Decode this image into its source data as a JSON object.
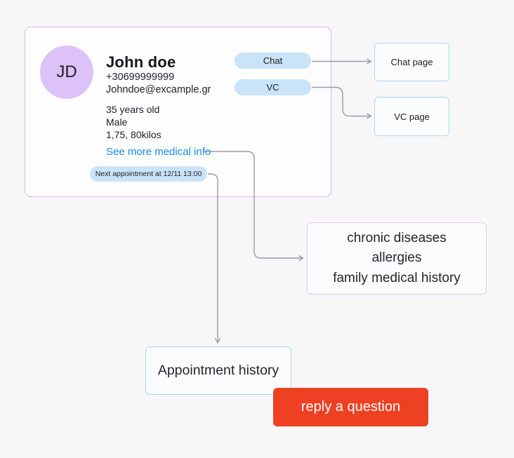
{
  "patient_card": {
    "avatar_initials": "JD",
    "name": "John doe",
    "phone": "+30699999999",
    "email": "Johndoe@excample.gr",
    "age": "35 years old",
    "gender": "Male",
    "body_stats": "1,75, 80kilos",
    "medical_info_link": "See more medical info",
    "next_appointment_label": "Next appointment at 12/11 13:00",
    "chat_button_label": "Chat",
    "vc_button_label": "VC"
  },
  "flow_pages": {
    "chat_page_label": "Chat page",
    "vc_page_label": "VC page"
  },
  "medical_info_box": {
    "lines": [
      "chronic diseases",
      "allergies",
      "family medical history"
    ]
  },
  "appointment_history_label": "Appointment history",
  "reply_button_label": "reply a question",
  "colors": {
    "page_background": "#f7f7f8",
    "card_border_purple": "#d9b6f2",
    "avatar_purple": "#dcc2f6",
    "pill_blue": "#c9e3f9",
    "box_border_blue": "#abd6f4",
    "box_border_purple": "#e3c8f7",
    "link_blue": "#1b8bea",
    "reply_button_red": "#ee4023",
    "connector_gray": "#9c9ca1"
  }
}
